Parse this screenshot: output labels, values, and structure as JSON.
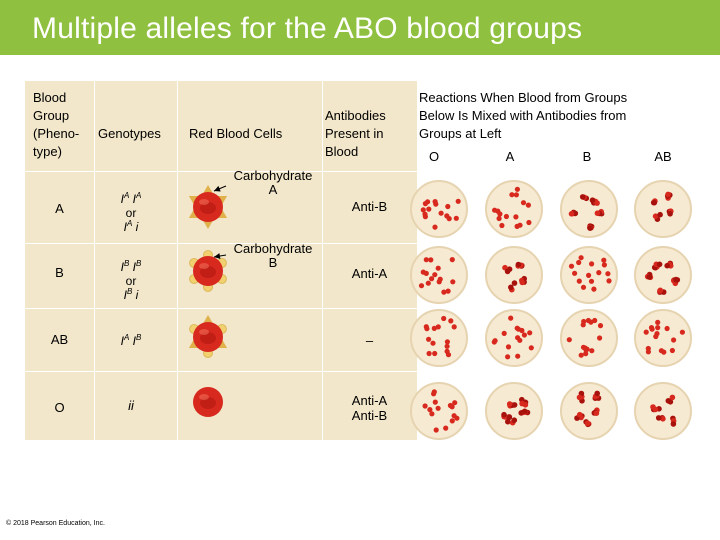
{
  "title": "Multiple alleles for the ABO blood groups",
  "table": {
    "headers": {
      "blood_group_lines": [
        "Blood",
        "Group",
        "(Pheno-",
        "type)"
      ],
      "genotypes": "Genotypes",
      "red_blood_cells": "Red Blood Cells",
      "antibodies_lines": [
        "Antibodies",
        "Present in",
        "Blood"
      ],
      "reactions_lines": [
        "Reactions When Blood from Groups",
        "Below Is Mixed with Antibodies from",
        "Groups at Left"
      ],
      "reaction_columns": [
        "O",
        "A",
        "B",
        "AB"
      ]
    },
    "carbohydrate_labels": [
      {
        "lines": [
          "Carbohydrate",
          "A"
        ]
      },
      {
        "lines": [
          "Carbohydrate",
          "B"
        ]
      }
    ],
    "rows": [
      {
        "group": "A",
        "genotype_lines": [
          [
            "I",
            "A",
            " I",
            "A"
          ],
          [
            "or"
          ],
          [
            "I",
            "A",
            " i"
          ]
        ],
        "antibodies": [
          "Anti-B"
        ],
        "reactions": [
          "none",
          "none",
          "clump",
          "clump"
        ]
      },
      {
        "group": "B",
        "genotype_lines": [
          [
            "I",
            "B",
            " I",
            "B"
          ],
          [
            "or"
          ],
          [
            "I",
            "B",
            " i"
          ]
        ],
        "antibodies": [
          "Anti-A"
        ],
        "reactions": [
          "none",
          "clump",
          "none",
          "clump"
        ]
      },
      {
        "group": "AB",
        "genotype_lines": [
          [
            "I",
            "A",
            " I",
            "B"
          ]
        ],
        "antibodies": [
          "–"
        ],
        "reactions": [
          "none",
          "none",
          "none",
          "none"
        ]
      },
      {
        "group": "O",
        "genotype_lines": [
          [
            "ii"
          ]
        ],
        "antibodies": [
          "Anti-A",
          "Anti-B"
        ],
        "reactions": [
          "none",
          "clump",
          "clump",
          "clump"
        ]
      }
    ]
  },
  "footer": "© 2018 Pearson Education, Inc.",
  "colors": {
    "title_bar": "#8fc03f",
    "panel": "#f2e7ca",
    "cell_red": "#d8291f",
    "cell_dark": "#a8120d",
    "carb_a": "#e0b04a",
    "carb_b": "#f0d070",
    "dish_fill": "#f7ead2",
    "dish_border": "#e6d3b0"
  }
}
